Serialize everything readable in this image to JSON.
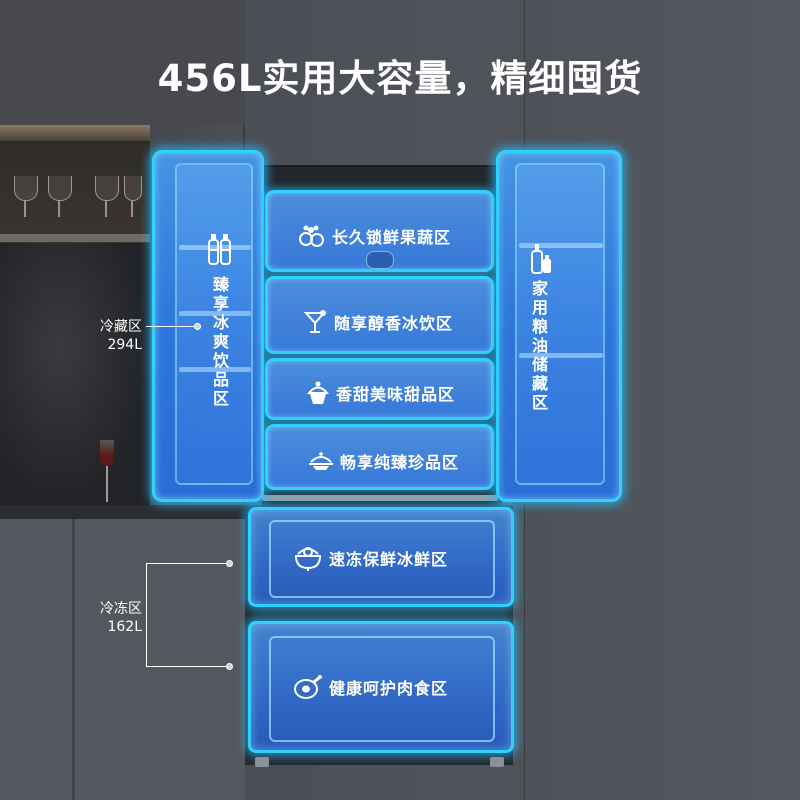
{
  "title": "456L实用大容量，精细囤货",
  "annotations": {
    "fridge_zone": {
      "name": "冷藏区",
      "volume": "294L"
    },
    "freezer_zone": {
      "name": "冷冻区",
      "volume": "162L"
    }
  },
  "left_door": {
    "label": "臻享冰爽饮品区",
    "icon": "bottles-icon"
  },
  "right_door": {
    "label": "家用粮油储藏区",
    "icon": "oil-bottle-icon"
  },
  "fridge_compartments": [
    {
      "label": "长久锁鲜果蔬区",
      "icon": "fruit-vegetable-icon"
    },
    {
      "label": "随享醇香冰饮区",
      "icon": "cocktail-icon"
    },
    {
      "label": "香甜美味甜品区",
      "icon": "cupcake-icon"
    },
    {
      "label": "畅享纯臻珍品区",
      "icon": "dish-icon"
    }
  ],
  "freezer_drawers": [
    {
      "label": "速冻保鲜冰鲜区",
      "icon": "ice-cream-icon"
    },
    {
      "label": "健康呵护肉食区",
      "icon": "meat-icon"
    }
  ],
  "colors": {
    "glow": "#2fd2ff",
    "compartment_fill": "#3f82e0",
    "text": "#ffffff"
  }
}
